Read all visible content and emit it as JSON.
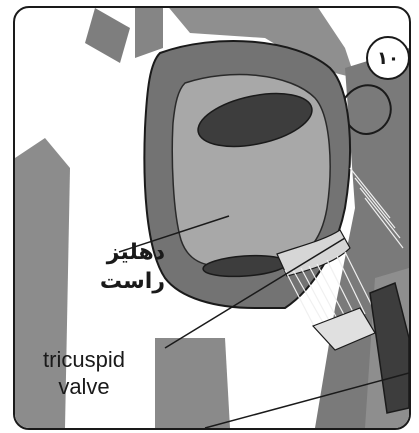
{
  "figure": {
    "badge_number": "۱۰",
    "label_chamber": [
      "دهلیز",
      "راست"
    ],
    "label_valve": [
      "tricuspid",
      "valve"
    ]
  },
  "colors": {
    "outline": "#1a1a1a",
    "vessel_fill": "#8f8f8f",
    "wall_fill": "#727272",
    "chamber_fill": "#a9a9a9",
    "dark_fill": "#3d3d3d",
    "chord_fill": "#e6e6e6",
    "background": "#ffffff"
  }
}
